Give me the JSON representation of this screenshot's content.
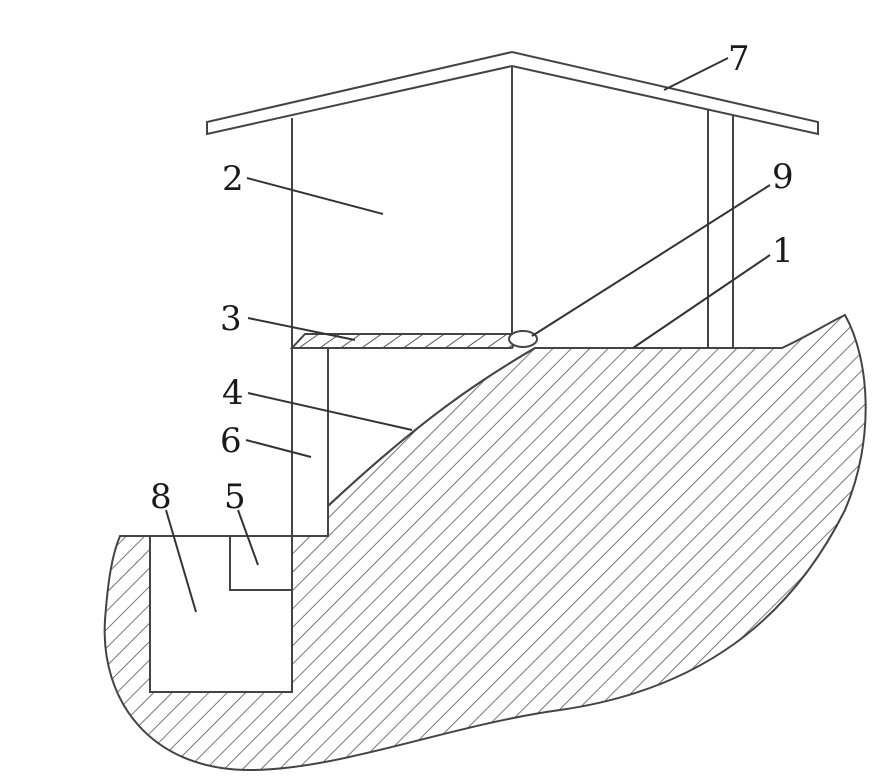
{
  "diagram": {
    "labels": {
      "l1": "1",
      "l2": "2",
      "l3": "3",
      "l4": "4",
      "l5": "5",
      "l6": "6",
      "l7": "7",
      "l8": "8",
      "l9": "9"
    },
    "colors": {
      "line": "#444444",
      "hatch": "#555555",
      "background": "#ffffff"
    }
  }
}
